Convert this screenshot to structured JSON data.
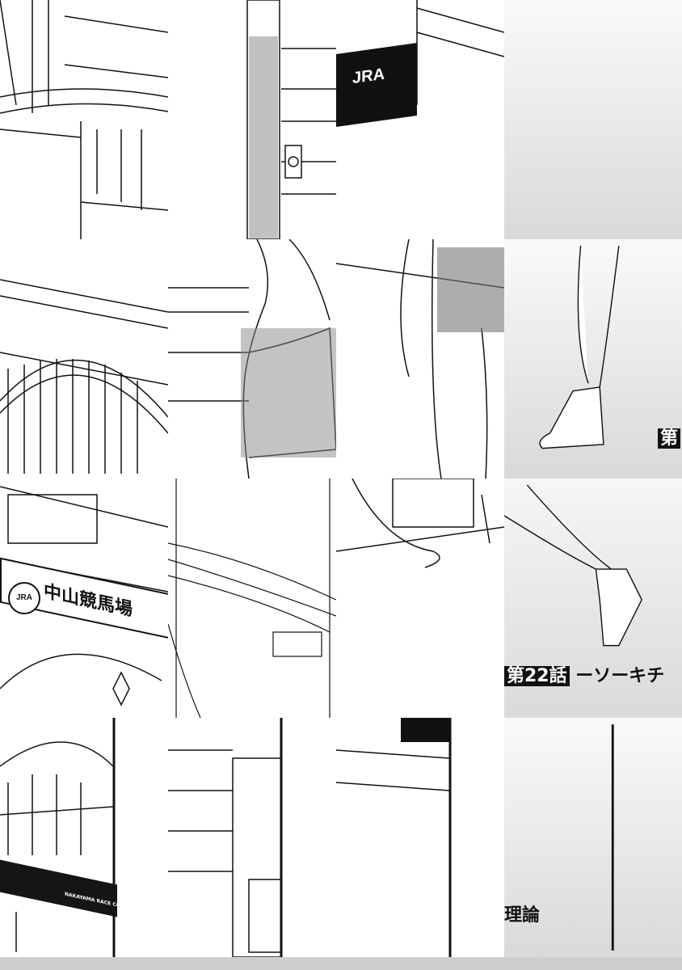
{
  "page": {
    "tiles": {
      "jra_sign": "JRA",
      "jra_logo_small": "JRA",
      "venue_sign": "中山競馬場",
      "venue_banner": "NAKAYAMA RACE CO",
      "chapter_prefix": "第",
      "chapter_number": "第22話",
      "chapter_title_fragment": "ーソーキチ",
      "chapter_title_end": "理論"
    }
  }
}
